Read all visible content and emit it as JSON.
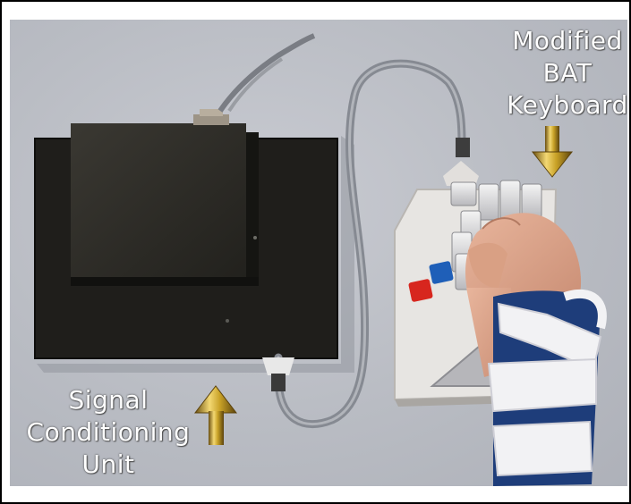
{
  "labels": {
    "keyboard": [
      "Modified",
      "BAT",
      "Keyboard"
    ],
    "signal": [
      "Signal",
      "Conditioning",
      "Unit"
    ]
  },
  "colors": {
    "arrow": "#c9a227",
    "label_text": "#ffffff",
    "button_red": "#d7261e",
    "button_blue": "#1f5fb8",
    "splint": "#1e3d7a"
  }
}
